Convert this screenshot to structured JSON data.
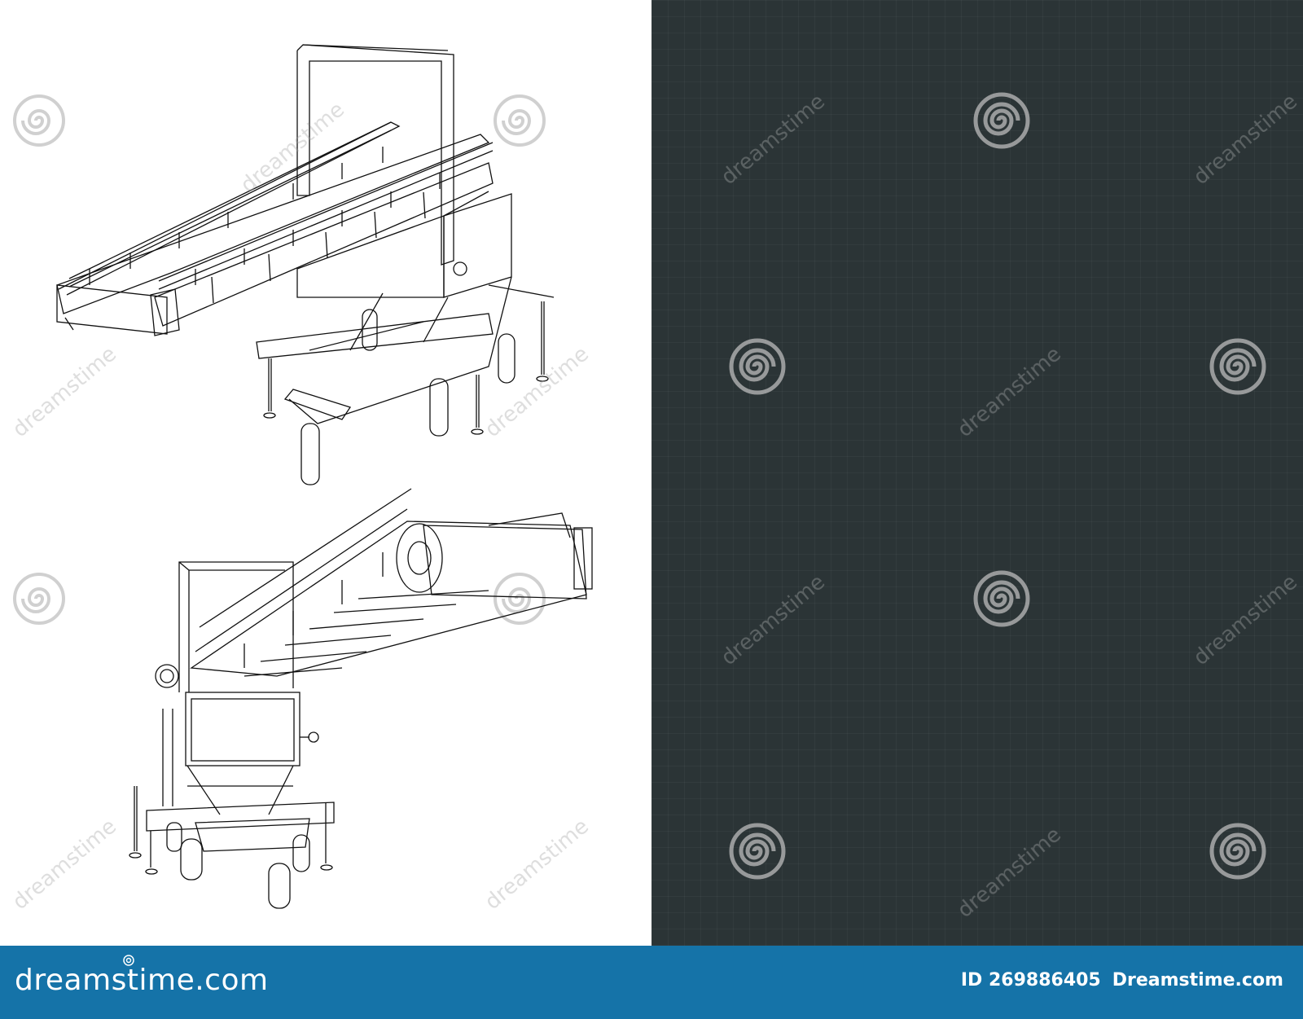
{
  "watermark": {
    "brand": "dreamstime",
    "text_light": "dreamstime",
    "text_dark": "dreamstime"
  },
  "footer": {
    "logo": "dreamstime.com",
    "id_label": "ID",
    "id_value": "269886405",
    "credit": "Dreamstime.com"
  },
  "colors": {
    "footer_bg": "#1573a8",
    "dark_bg": "#2b3436",
    "line_light": "#111111",
    "line_dark": "#efe3c4"
  },
  "icons": [
    "spiral-watermark-icon"
  ]
}
